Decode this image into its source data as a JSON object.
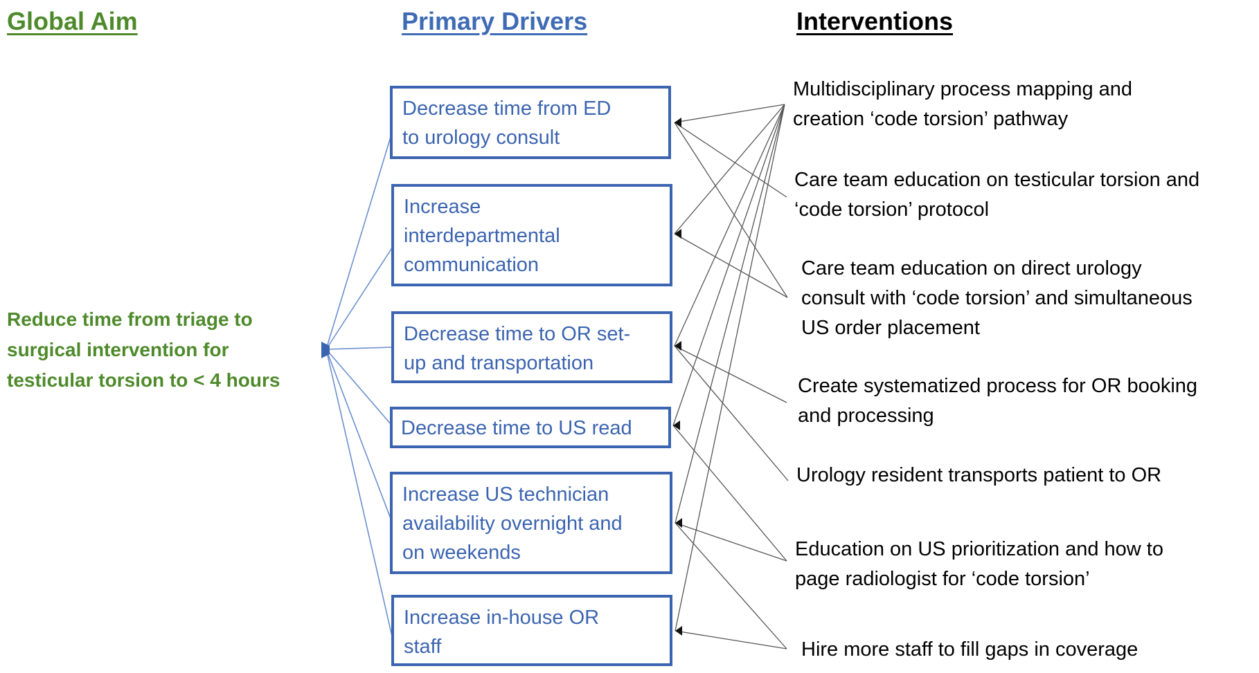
{
  "headers": {
    "global_aim": "Global Aim",
    "primary_drivers": "Primary Drivers",
    "interventions": "Interventions"
  },
  "global_aim": {
    "lines": [
      "Reduce time from triage to",
      "surgical intervention for",
      "testicular torsion to < 4 hours"
    ]
  },
  "primary_drivers": [
    {
      "lines": [
        "Decrease time from ED",
        "to urology consult"
      ]
    },
    {
      "lines": [
        "Increase",
        "interdepartmental",
        "communication"
      ]
    },
    {
      "lines": [
        "Decrease time to OR set-",
        "up and transportation"
      ]
    },
    {
      "lines": [
        "Decrease time to US read"
      ]
    },
    {
      "lines": [
        "Increase US technician",
        "availability overnight and",
        "on weekends"
      ]
    },
    {
      "lines": [
        "Increase in-house OR",
        "staff"
      ]
    }
  ],
  "interventions": [
    {
      "lines": [
        "Multidisciplinary process mapping and",
        "creation ‘code torsion’ pathway"
      ]
    },
    {
      "lines": [
        "Care team education on testicular torsion and",
        "‘code torsion’ protocol"
      ]
    },
    {
      "lines": [
        "Care team education on direct urology",
        "consult with ‘code torsion’ and simultaneous",
        "US order placement"
      ]
    },
    {
      "lines": [
        "Create systematized process for OR booking",
        "and processing"
      ]
    },
    {
      "lines": [
        "Urology resident transports patient to OR"
      ]
    },
    {
      "lines": [
        "Education on US prioritization and how to",
        "page radiologist for ‘code torsion’"
      ]
    },
    {
      "lines": [
        "Hire more staff to fill gaps in coverage"
      ]
    }
  ],
  "colors": {
    "aim": "#4e8a2b",
    "driver": "#3b64b0",
    "connector_aim": "#6a8fcf",
    "connector_intervention": "#555555"
  }
}
